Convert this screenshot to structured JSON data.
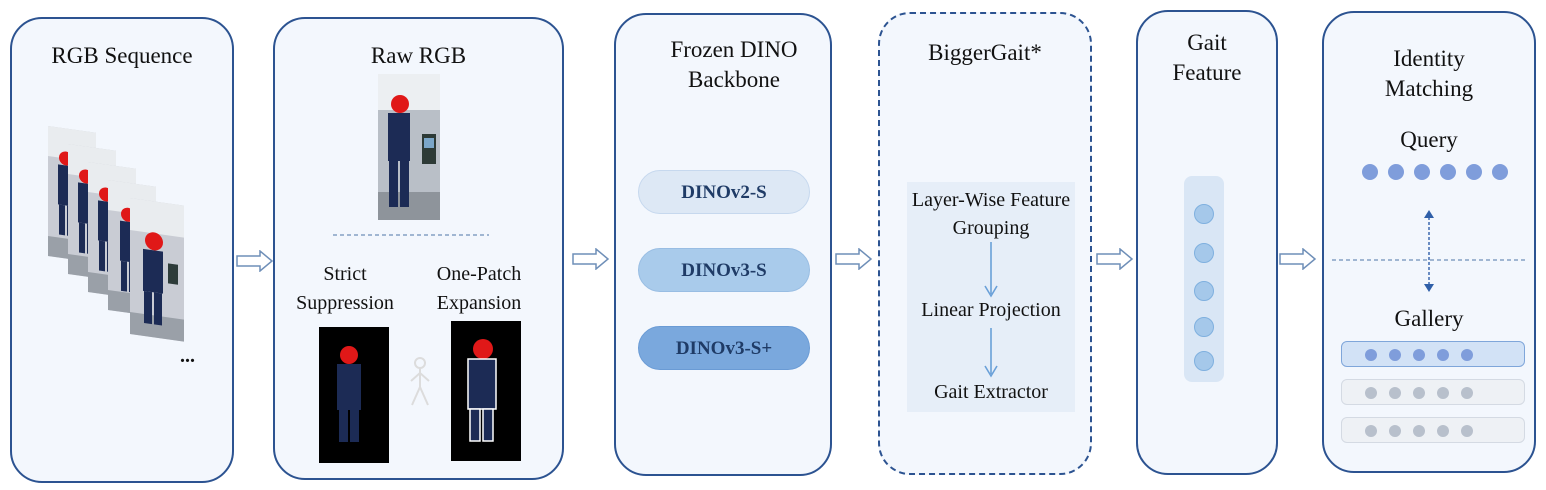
{
  "panels": {
    "rgb_sequence": {
      "title": "RGB Sequence",
      "ellipsis": "..."
    },
    "raw_rgb": {
      "title": "Raw RGB",
      "left_label": "Strict Suppression",
      "right_label": "One-Patch Expansion"
    },
    "dino": {
      "title": "Frozen DINO Backbone",
      "options": [
        "DINOv2-S",
        "DINOv3-S",
        "DINOv3-S+"
      ]
    },
    "biggergait": {
      "title": "BiggerGait*",
      "steps": [
        "Layer-Wise Feature Grouping",
        "Linear Projection",
        "Gait Extractor"
      ]
    },
    "gait_feature": {
      "title": "Gait Feature"
    },
    "identity": {
      "title": "Identity Matching",
      "query_label": "Query",
      "gallery_label": "Gallery"
    }
  },
  "colors": {
    "panel_border": "#2c5391",
    "panel_fill": "#f3f7fd",
    "dino_v2": "#dde8f5",
    "dino_v3": "#a9cbeb",
    "dino_v3_plus": "#7aa8dd",
    "flow_arrow": "#6aa0d8"
  },
  "icons": [
    "hollow-right-arrow-icon",
    "person-figure-icon",
    "double-arrow-icon"
  ]
}
